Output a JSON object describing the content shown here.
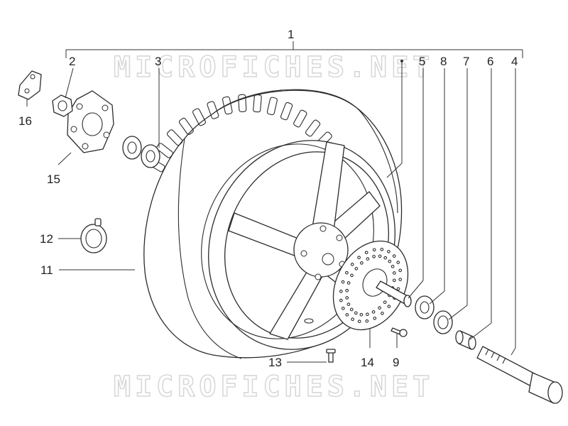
{
  "watermark": "MICROFICHES.NET",
  "callouts": [
    {
      "id": "1",
      "label": "1"
    },
    {
      "id": "2",
      "label": "2"
    },
    {
      "id": "3",
      "label": "3"
    },
    {
      "id": "4",
      "label": "4"
    },
    {
      "id": "5",
      "label": "5"
    },
    {
      "id": "6",
      "label": "6"
    },
    {
      "id": "7",
      "label": "7"
    },
    {
      "id": "8",
      "label": "8"
    },
    {
      "id": "9",
      "label": "9"
    },
    {
      "id": "11",
      "label": "11"
    },
    {
      "id": "12",
      "label": "12"
    },
    {
      "id": "13",
      "label": "13"
    },
    {
      "id": "14",
      "label": "14"
    },
    {
      "id": "15",
      "label": "15"
    },
    {
      "id": "16",
      "label": "16"
    }
  ],
  "colors": {
    "ink": "#2b2b2b",
    "watermark": "#d8d8d8",
    "background": "#ffffff"
  }
}
